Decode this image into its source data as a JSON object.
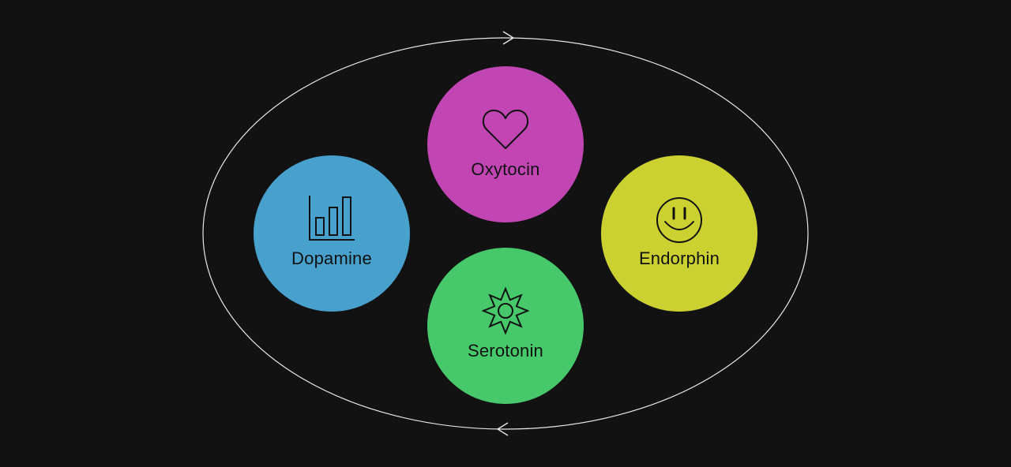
{
  "colors": {
    "background": "#121212",
    "ring": "#e8e8e8",
    "oxytocin": "#c146b4",
    "dopamine": "#48a0cc",
    "endorphin": "#ccd132",
    "serotonin": "#47c96b",
    "ink": "#111111"
  },
  "hormones": {
    "oxytocin": {
      "label": "Oxytocin",
      "icon": "heart-icon"
    },
    "dopamine": {
      "label": "Dopamine",
      "icon": "bar-chart-icon"
    },
    "endorphin": {
      "label": "Endorphin",
      "icon": "smiley-face-icon"
    },
    "serotonin": {
      "label": "Serotonin",
      "icon": "sun-icon"
    }
  },
  "cycle": {
    "direction": "clockwise"
  }
}
